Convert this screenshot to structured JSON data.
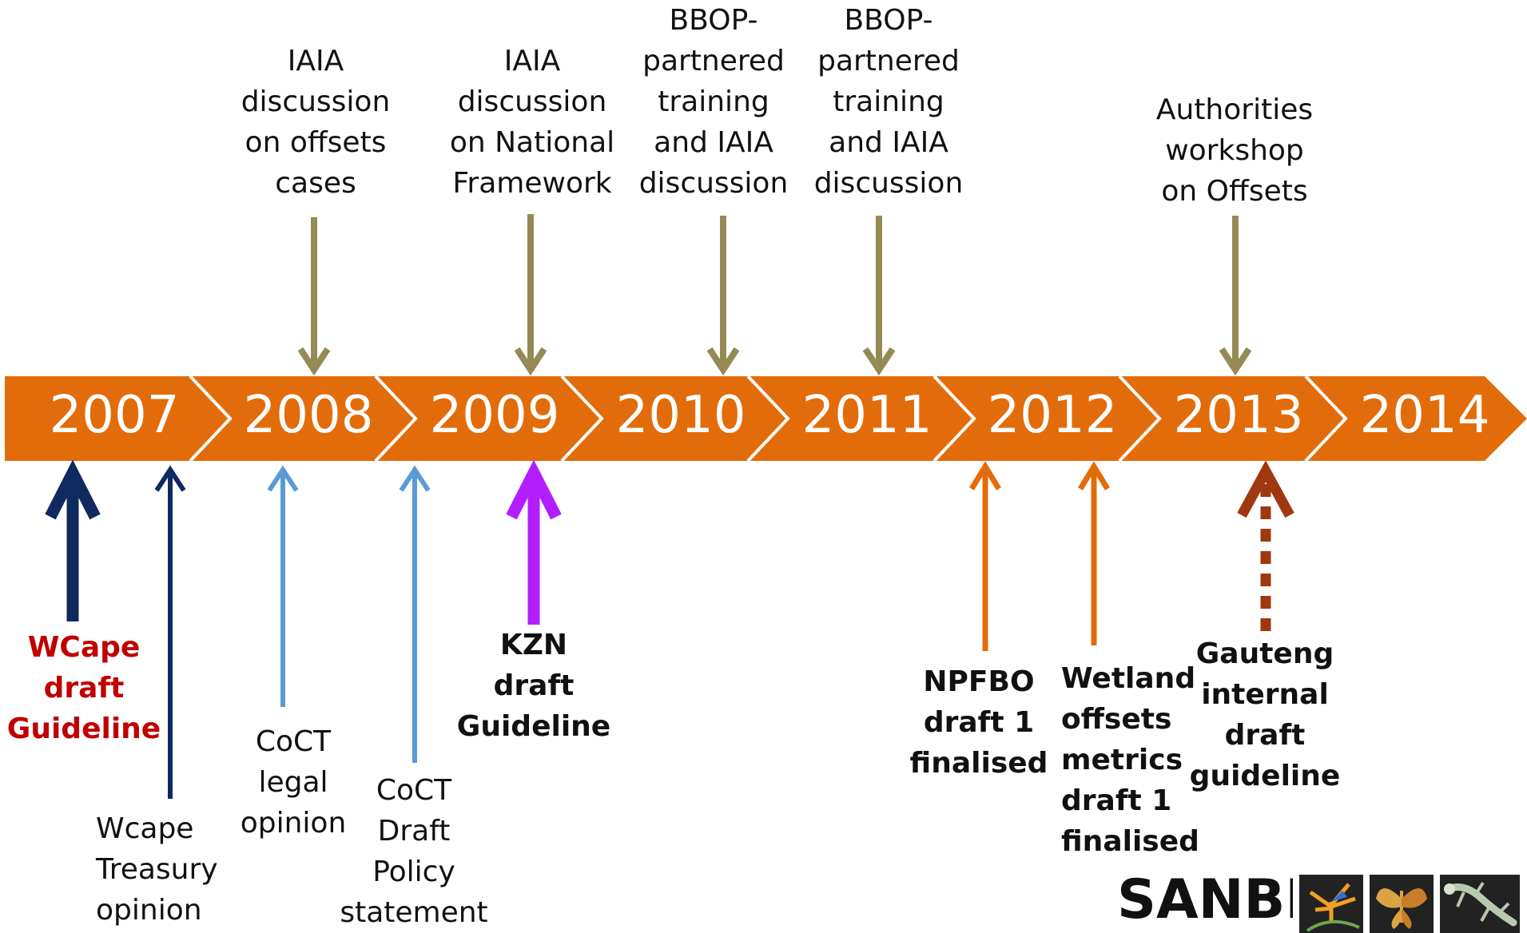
{
  "colors": {
    "band": "#e36c0a",
    "band_chevron": "#ffffff",
    "year_text": "#ffffff",
    "top_arrow": "#948a54",
    "navy": "#0f2a5e",
    "light_blue": "#5b9bd5",
    "purple": "#b41dff",
    "orange": "#e36c0a",
    "brown": "#a0380f",
    "red_label": "#c00000",
    "label_text": "#111111"
  },
  "years": [
    "2007",
    "2008",
    "2009",
    "2010",
    "2011",
    "2012",
    "2013",
    "2014"
  ],
  "top_events": [
    {
      "label": "IAIA\ndiscussion\non offsets\ncases"
    },
    {
      "label": "IAIA\ndiscussion\non National\nFramework"
    },
    {
      "label": "BBOP-\npartnered\ntraining\nand IAIA\ndiscussion"
    },
    {
      "label": "BBOP-\npartnered\ntraining\nand IAIA\ndiscussion"
    },
    {
      "label": "Authorities\nworkshop\non Offsets"
    }
  ],
  "bottom_events": [
    {
      "label": "WCape\ndraft\nGuideline",
      "color_key": "red_label",
      "bold": true
    },
    {
      "label": "Wcape\nTreasury\nopinion",
      "color_key": "label_text",
      "bold": false
    },
    {
      "label": "CoCT\nlegal\nopinion",
      "color_key": "label_text",
      "bold": false
    },
    {
      "label": "CoCT\nDraft\nPolicy\nstatement",
      "color_key": "label_text",
      "bold": false
    },
    {
      "label": "KZN\ndraft\nGuideline",
      "color_key": "label_text",
      "bold": true
    },
    {
      "label": "NPFBO\ndraft 1\nfinalised",
      "color_key": "label_text",
      "bold": true
    },
    {
      "label": "Wetland\noffsets\nmetrics\ndraft 1\nfinalised",
      "color_key": "label_text",
      "bold": true
    },
    {
      "label": "Gauteng\ninternal\ndraft\nguideline",
      "color_key": "label_text",
      "bold": true
    }
  ],
  "logo": {
    "text": "SANBI"
  }
}
